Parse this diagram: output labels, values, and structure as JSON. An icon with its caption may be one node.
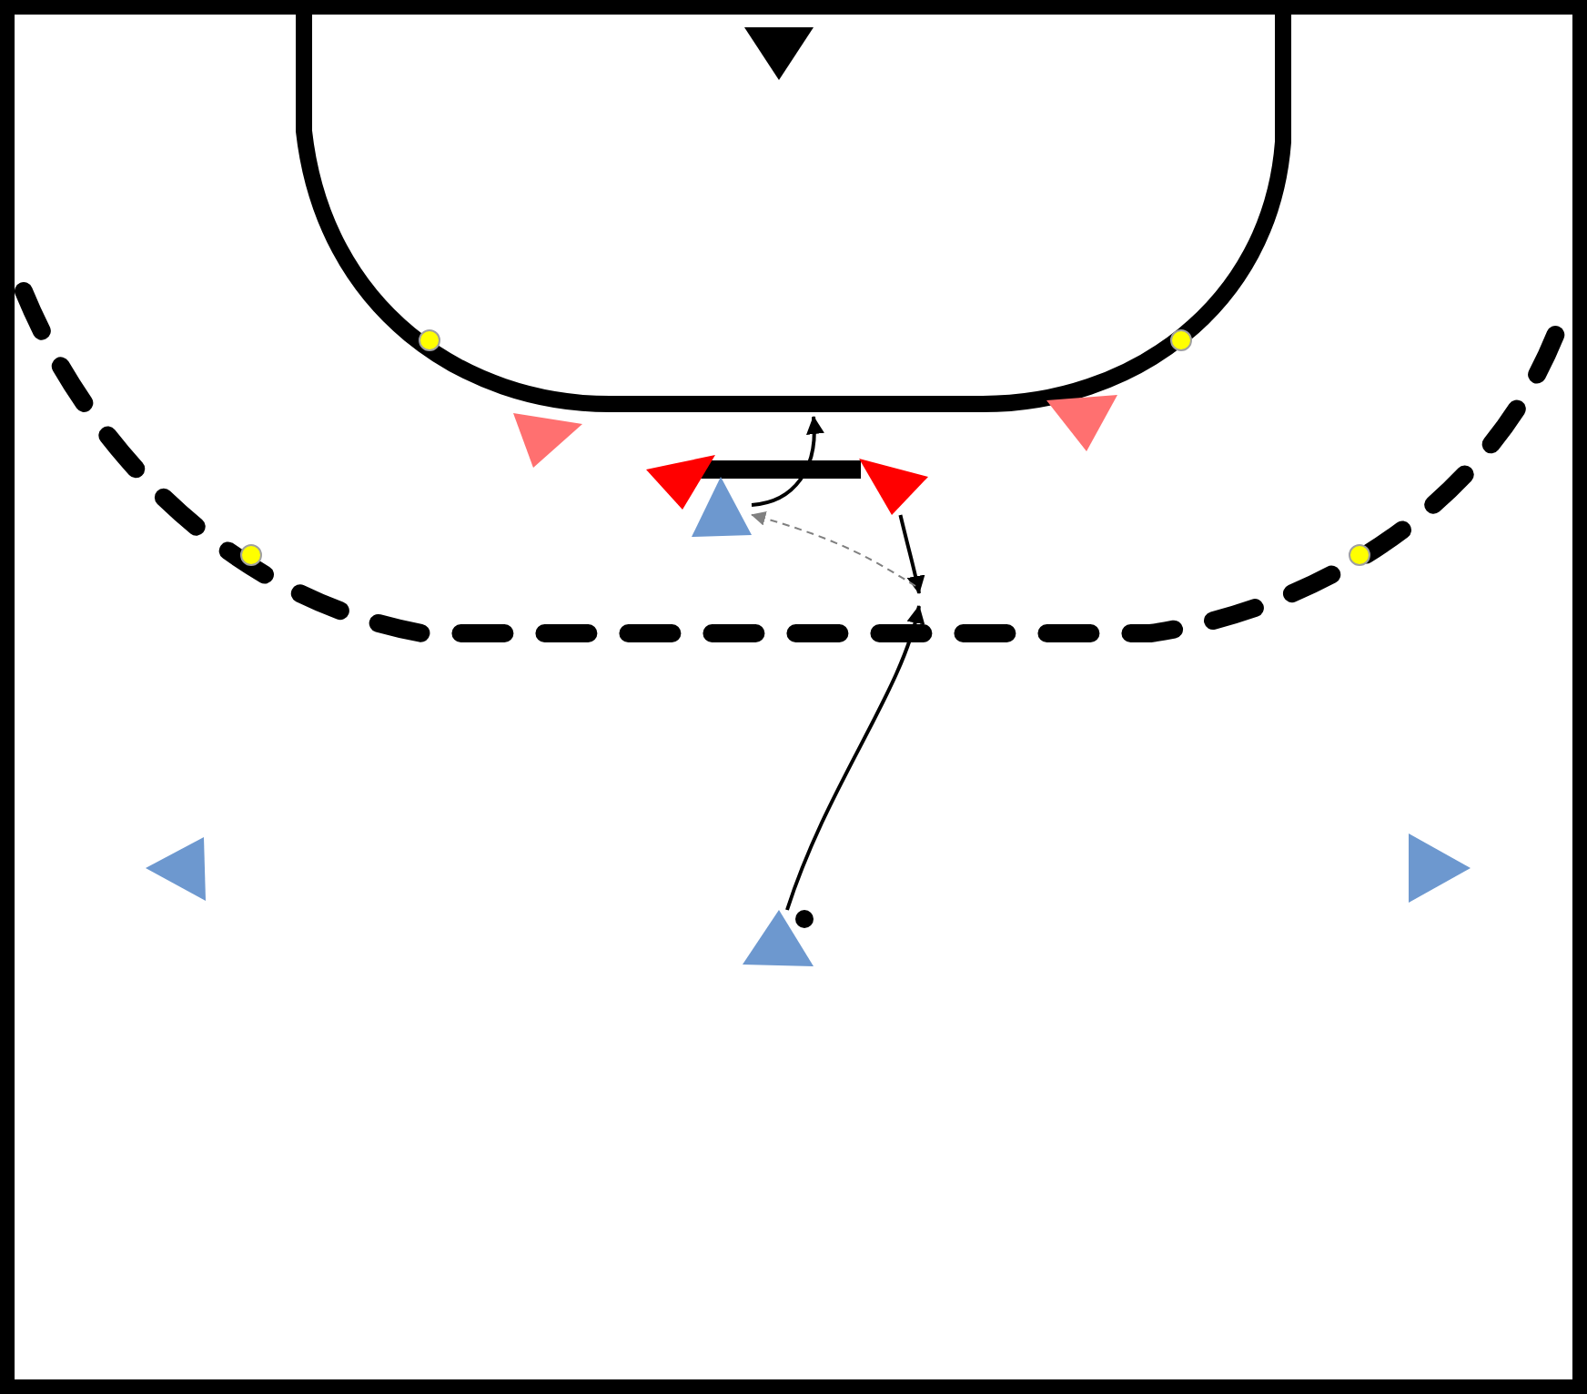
{
  "diagram": {
    "nodes": [
      {
        "text": [],
        "shape": "triangle"
      },
      {
        "text": [],
        "shape": "triangle"
      },
      {
        "text": [],
        "shape": "triangle"
      },
      {
        "text": [],
        "shape": "triangle"
      },
      {
        "text": [],
        "shape": "triangle"
      },
      {
        "text": [],
        "shape": "triangle"
      },
      {
        "text": [],
        "shape": "triangle"
      },
      {
        "text": [],
        "shape": "triangle"
      },
      {
        "text": [],
        "shape": "triangle"
      }
    ],
    "edges": [
      {
        "from": 8,
        "to": null,
        "arrow": "to"
      },
      {
        "from": 5,
        "to": null,
        "arrow": "to"
      },
      {
        "from": null,
        "to": 4,
        "arrow": "to",
        "style": "dashed",
        "color": "#808080"
      },
      {
        "from": 4,
        "to": null,
        "arrow": "to"
      }
    ]
  }
}
